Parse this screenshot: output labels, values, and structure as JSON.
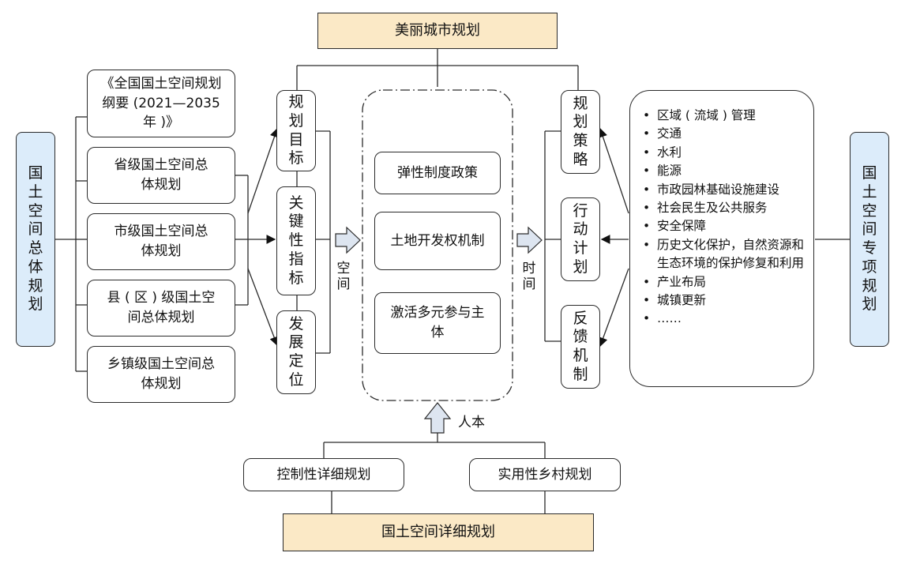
{
  "top_title": "美丽城市规划",
  "bottom_title": "国土空间详细规划",
  "left_side_title": "国土空间总体规划",
  "right_side_title": "国土空间专项规划",
  "left_plans": [
    "《全国国土空间规划纲要 (2021—2035 年 )》",
    "省级国土空间总体规划",
    "市级国土空间总体规划",
    "县 ( 区 ) 级国土空间总体规划",
    "乡镇级国土空间总体规划"
  ],
  "space_elements": [
    "规划目标",
    "关键性指标",
    "发展定位"
  ],
  "space_label": "空间",
  "core_items": [
    "弹性制度政策",
    "土地开发权机制",
    "激活多元参与主体"
  ],
  "time_label": "时间",
  "time_elements": [
    "规划策略",
    "行动计划",
    "反馈机制"
  ],
  "special_plans": [
    "区域 ( 流域 ) 管理",
    "交通",
    "水利",
    "能源",
    "市政园林基础设施建设",
    "社会民生及公共服务",
    "安全保障",
    "历史文化保护，自然资源和生态环境的保护修复和利用",
    "产业布局",
    "城镇更新",
    "……"
  ],
  "people_label": "人本",
  "detail_plans": [
    "控制性详细规划",
    "实用性乡村规划"
  ],
  "colors": {
    "header_fill": "#fbe9c6",
    "side_fill": "#dcecfa",
    "arrow_fill": "#dde5f0",
    "line": "#2b2b2b"
  }
}
